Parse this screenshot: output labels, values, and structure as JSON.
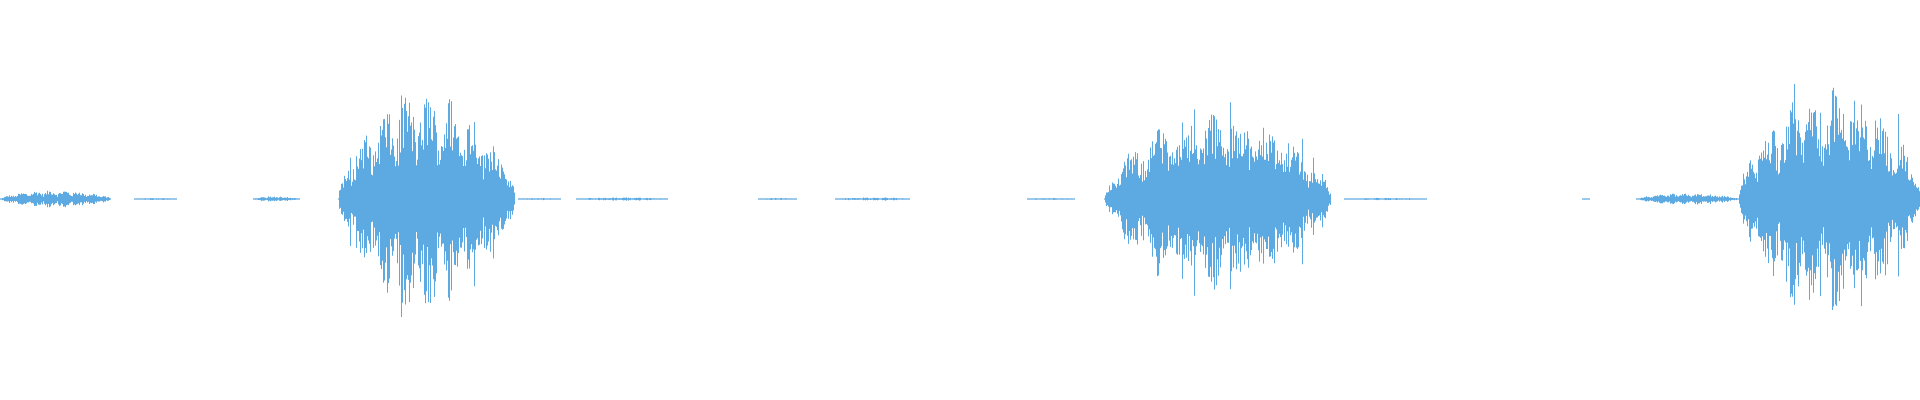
{
  "waveform": {
    "color": "#5DA9E1",
    "background": "#FFFFFF",
    "amplitude_scale": 1.0,
    "segments": [
      {
        "start": 0.0,
        "end": 0.058,
        "amp": 0.08
      },
      {
        "start": 0.07,
        "end": 0.092,
        "amp": 0.01
      },
      {
        "start": 0.132,
        "end": 0.156,
        "amp": 0.025
      },
      {
        "start": 0.176,
        "end": 0.268,
        "amp": 0.95
      },
      {
        "start": 0.27,
        "end": 0.292,
        "amp": 0.01
      },
      {
        "start": 0.3,
        "end": 0.348,
        "amp": 0.015
      },
      {
        "start": 0.395,
        "end": 0.415,
        "amp": 0.01
      },
      {
        "start": 0.435,
        "end": 0.474,
        "amp": 0.015
      },
      {
        "start": 0.535,
        "end": 0.56,
        "amp": 0.01
      },
      {
        "start": 0.575,
        "end": 0.693,
        "amp": 0.78
      },
      {
        "start": 0.7,
        "end": 0.743,
        "amp": 0.01
      },
      {
        "start": 0.824,
        "end": 0.828,
        "amp": 0.01
      },
      {
        "start": 0.852,
        "end": 0.905,
        "amp": 0.05
      },
      {
        "start": 0.905,
        "end": 1.0,
        "amp": 1.0
      }
    ]
  }
}
